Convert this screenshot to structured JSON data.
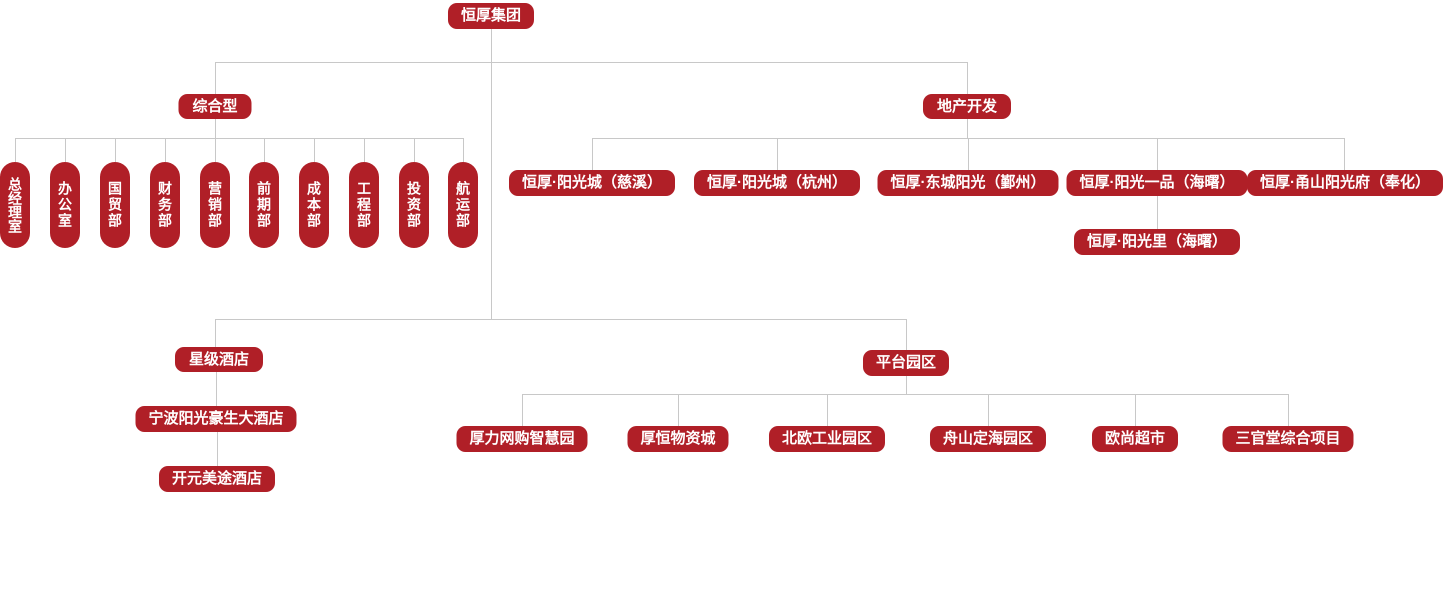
{
  "org": {
    "root": {
      "label": "恒厚集团"
    },
    "comprehensive": {
      "label": "综合型",
      "departments": [
        "总经理室",
        "办公室",
        "国贸部",
        "财务部",
        "营销部",
        "前期部",
        "成本部",
        "工程部",
        "投资部",
        "航运部"
      ]
    },
    "real_estate": {
      "label": "地产开发",
      "projects": [
        "恒厚·阳光城（慈溪）",
        "恒厚·阳光城（杭州）",
        "恒厚·东城阳光（鄞州）",
        "恒厚·阳光一品（海曙）",
        "恒厚·甬山阳光府（奉化）"
      ],
      "sub_project": "恒厚·阳光里（海曙）"
    },
    "hotels": {
      "label": "星级酒店",
      "items": [
        "宁波阳光豪生大酒店",
        "开元美途酒店"
      ]
    },
    "parks": {
      "label": "平台园区",
      "items": [
        "厚力网购智慧园",
        "厚恒物资城",
        "北欧工业园区",
        "舟山定海园区",
        "欧尚超市",
        "三官堂综合项目"
      ]
    },
    "colors": {
      "node": "#b01f27",
      "text": "#ffffff",
      "connector": "#c8c8c8",
      "background": "#ffffff"
    }
  }
}
